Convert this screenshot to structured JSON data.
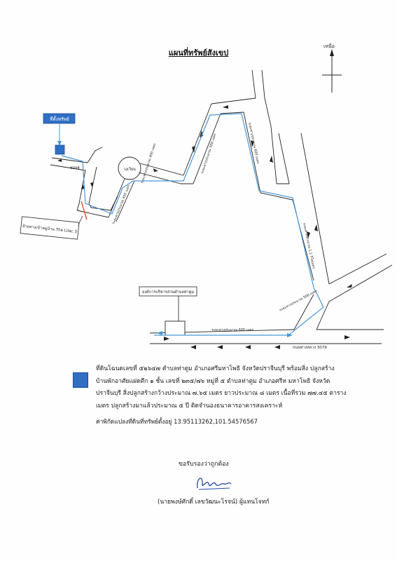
{
  "title": "แผนที่ทรัพย์สังเขป",
  "map": {
    "north_label": "เหนือ",
    "property_label": "ที่ตั้งทรัพย์",
    "soi_label": "ซอย4",
    "roundabout_label": "วงเวียน",
    "village_entrance_label": "ป้ายทางเข้าหมู่บ้าน The Lilac 3",
    "tao_office_label": "องค์การบริหารส่วนตำบลท่าตูม",
    "highway_label": "ถนนทางหลวง 3079",
    "distances": {
      "d1": "ระยะทางประมาณ 450 เมตร",
      "d2": "ระยะทางประมาณ 400 เมตร",
      "d3": "ระยะทางประมาณ 500 เมตร",
      "d4": "ระยะทางประมาณ 600 เมตร",
      "d5": "ระยะทางประมาณ 1.1 กิโลเมตร",
      "d6": "ระยะทางประมาณ 600 เมตร",
      "d7": "ระยะทางประมาณ 500 เมตร"
    },
    "colors": {
      "route": "#4a97d6",
      "road": "#222222",
      "property": "#2f6fc4",
      "marker": "#e0522c"
    }
  },
  "description": {
    "line1": "ที่ดินโฉนดเลขที่ ๕๒๖๔๗ ตำบลท่าตูม อำเภอศรีมหาโพธิ จังหวัดปราจีนบุรี พร้อมสิ่ง ปลูกสร้าง",
    "line2": "บ้านพักอาศัยแฝดตึก ๑ ชั้น เลขที่ ๒๓๕/๗๖ หมู่ที่ ๕ ตำบลท่าตูม อำเภอศรีห มหาโพธิ จังหวัด",
    "line3": "ปราจีนบุรี สิ่งปลูกสร้างกว้างประมาณ ๗.๖๕ เมตร ยาวประมาณ ๘ เมตร เนื้อที่รวม ๗๗.๔๕ ตาราง",
    "line4": "เมตร ปลูกสร้างมาแล้วประมาณ ๕ ปี ติดจำนองธนาคารอาคารสงเคราะห์"
  },
  "coordinates_label": "ค่าพิกัดแปลงที่ดินที่ทรัพย์ตั้งอยู่",
  "coordinates_value": "13.95113262,101.54576567",
  "certify_text": "ขอรับรองว่าถูกต้อง",
  "signature_text": "พงศ์",
  "signer": "(นายพงษ์ศักดิ์ เลขวัฒนะโรจน์) ผู้แทนโจทก์"
}
